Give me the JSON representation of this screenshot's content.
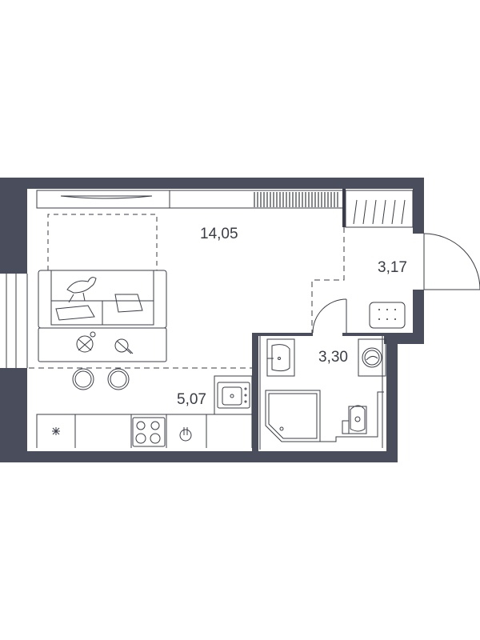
{
  "plan": {
    "wall_color": "#4a4d5c",
    "line_color": "#3a3d49",
    "rooms": [
      {
        "id": "living",
        "area": "14,05"
      },
      {
        "id": "hall",
        "area": "3,17"
      },
      {
        "id": "bathroom",
        "area": "3,30"
      },
      {
        "id": "kitchen",
        "area": "5,07"
      }
    ]
  }
}
